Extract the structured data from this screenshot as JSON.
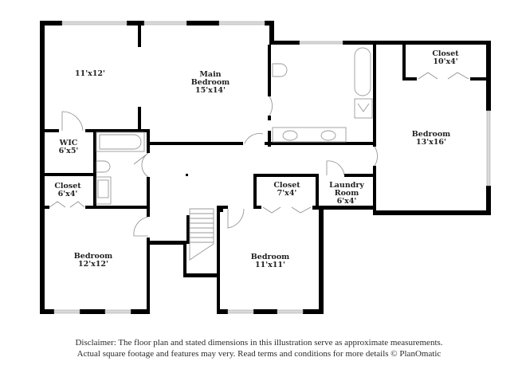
{
  "floor_plan": {
    "rooms": [
      {
        "id": "room-11x12",
        "name": "",
        "dimensions": "11'x12'"
      },
      {
        "id": "main-bedroom",
        "name_line1": "Main",
        "name_line2": "Bedroom",
        "dimensions": "15'x14'"
      },
      {
        "id": "wic",
        "name": "WIC",
        "dimensions": "6'x5'"
      },
      {
        "id": "closet-left",
        "name": "Closet",
        "dimensions": "6'x4'"
      },
      {
        "id": "bedroom-left",
        "name": "Bedroom",
        "dimensions": "12'x12'"
      },
      {
        "id": "closet-center",
        "name": "Closet",
        "dimensions": "7'x4'"
      },
      {
        "id": "laundry",
        "name_line1": "Laundry",
        "name_line2": "Room",
        "dimensions": "6'x4'"
      },
      {
        "id": "bedroom-center",
        "name": "Bedroom",
        "dimensions": "11'x11'"
      },
      {
        "id": "closet-right",
        "name": "Closet",
        "dimensions": "10'x4'"
      },
      {
        "id": "bedroom-right",
        "name": "Bedroom",
        "dimensions": "13'x16'"
      }
    ],
    "colors": {
      "wall": "#000000",
      "window": "#d9d9d9",
      "fixture": "#9a9a9a",
      "background": "#ffffff"
    }
  },
  "disclaimer": {
    "line1": "Disclaimer: The floor plan and stated dimensions in this illustration serve as approximate measurements.",
    "line2": "Actual square footage and features may very. Read terms and conditions for more details © PlanOmatic"
  }
}
